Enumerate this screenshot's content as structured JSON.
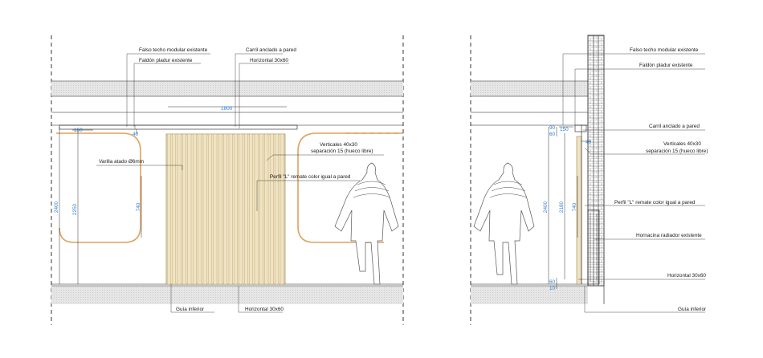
{
  "left_elevation": {
    "labels": {
      "falso_techo": "Falso techo modular existente",
      "faldon": "Faldón pladur existente",
      "carril": "Carril anclado a pared",
      "horizontal_top": "Horizontal 30x60",
      "verticales_1": "Verticales 40x30",
      "verticales_2": "separación 15 (hueco libre)",
      "varilla": "Varilla atado Ø6mm",
      "perfil": "Perfil \"L\" remate color igual a pared",
      "guia": "Guía inferior",
      "horizontal_bottom": "Horizontal 30x60"
    },
    "dims": {
      "d1800": "1800",
      "d150": "150",
      "d40": "40",
      "d2400": "2400",
      "d2250": "2250",
      "d740": "740"
    }
  },
  "right_section": {
    "labels": {
      "falso_techo": "Falso techo modular existente",
      "faldon": "Faldón pladur existente",
      "carril": "Carril anclado a pared",
      "verticales_1": "Verticales 40x30",
      "verticales_2": "separación 15 (hueco libre)",
      "perfil": "Perfil \"L\" remate color igual a pared",
      "hornacina": "Hornacina radiador existente",
      "horizontal": "Horizontal 30x60",
      "guia": "Guía inferior"
    },
    "dims": {
      "d90": "90",
      "d60a": "60",
      "d150": "150",
      "d40": "40",
      "d2400": "2400",
      "d2180": "2180",
      "d740": "740",
      "d60b": "60",
      "d10": "10"
    }
  }
}
